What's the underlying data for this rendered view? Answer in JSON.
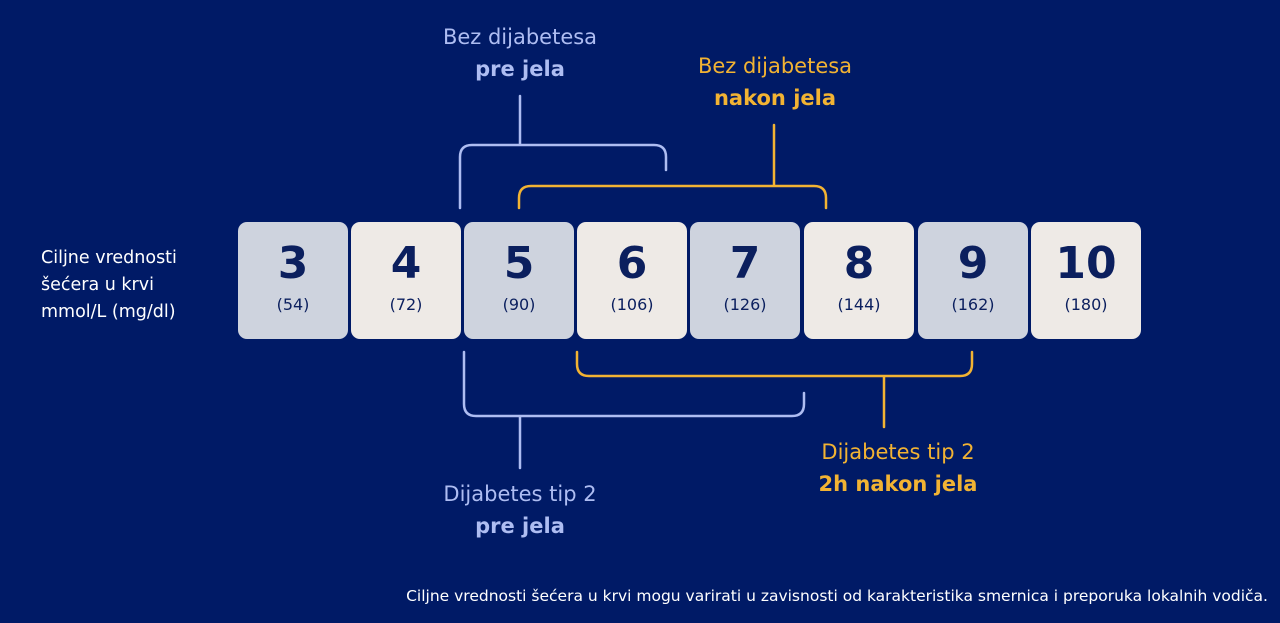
{
  "row_label": {
    "line1": "Ciljne vrednosti",
    "line2": "šećera u krvi",
    "line3": "mmol/L (mg/dl)"
  },
  "scale": [
    {
      "mmol": "3",
      "mg": "(54)",
      "tone": "dark"
    },
    {
      "mmol": "4",
      "mg": "(72)",
      "tone": "light"
    },
    {
      "mmol": "5",
      "mg": "(90)",
      "tone": "dark"
    },
    {
      "mmol": "6",
      "mg": "(106)",
      "tone": "light"
    },
    {
      "mmol": "7",
      "mg": "(126)",
      "tone": "dark"
    },
    {
      "mmol": "8",
      "mg": "(144)",
      "tone": "light"
    },
    {
      "mmol": "9",
      "mg": "(162)",
      "tone": "dark"
    },
    {
      "mmol": "10",
      "mg": "(180)",
      "tone": "light"
    }
  ],
  "ranges": {
    "no_diabetes_before_meal": {
      "line1": "Bez dijabetesa",
      "line2": "pre jela",
      "from_mmol": 4.5,
      "to_mmol": 6.3,
      "color": "#aebdf2"
    },
    "no_diabetes_after_meal": {
      "line1": "Bez dijabetesa",
      "line2": "nakon jela",
      "from_mmol": 5,
      "to_mmol": 7.8,
      "color": "#f2b333"
    },
    "type2_before_meal": {
      "line1": "Dijabetes tip 2",
      "line2": "pre jela",
      "from_mmol": 4.5,
      "to_mmol": 7.6,
      "color": "#aebdf2"
    },
    "type2_2h_after_meal": {
      "line1": "Dijabetes tip 2",
      "line2": "2h nakon jela",
      "from_mmol": 5.5,
      "to_mmol": 9,
      "color": "#f2b333"
    }
  },
  "colors": {
    "background": "#001a66",
    "box_light": "#eeeae6",
    "box_dark": "#ced3de",
    "number_text": "#0b1f5e"
  },
  "footnote": "Ciljne vrednosti šećera u krvi mogu varirati u zavisnosti od karakteristika smernica i preporuka lokalnih vodiča."
}
